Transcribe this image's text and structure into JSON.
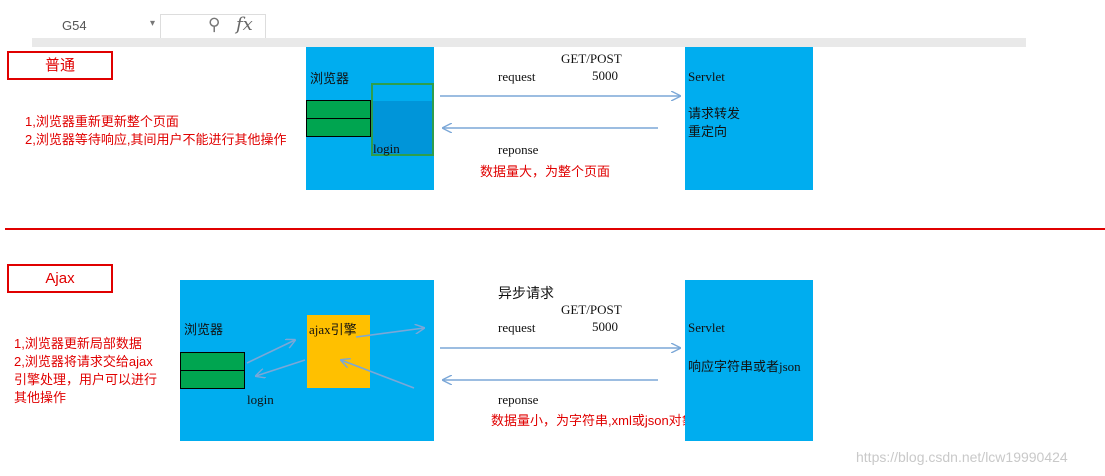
{
  "toolbar": {
    "cell_ref": "G54",
    "icons": [
      "zoom-icon",
      "function-icon"
    ],
    "fx_label": "fx"
  },
  "normal": {
    "label": "普通",
    "notes": [
      "1,浏览器重新更新整个页面",
      "2,浏览器等待响应,其间用户不能进行其他操作"
    ],
    "browser_label": "浏览器",
    "login_label": "login",
    "method_label": "GET/POST",
    "request_label": "request",
    "port_label": "5000",
    "response_label": "reponse",
    "data_note": "数据量大，为整个页面",
    "servlet_label": "Servlet",
    "servlet_actions": [
      "请求转发",
      "重定向"
    ]
  },
  "ajax": {
    "label": "Ajax",
    "notes": [
      "1,浏览器更新局部数据",
      "2,浏览器将请求交给ajax",
      "引擎处理，用户可以进行",
      "其他操作"
    ],
    "browser_label": "浏览器",
    "engine_label": "ajax引擎",
    "login_label": "login",
    "async_label": "异步请求",
    "method_label": "GET/POST",
    "request_label": "request",
    "port_label": "5000",
    "response_label": "reponse",
    "data_note": "数据量小，为字符串,xml或json对象",
    "servlet_label": "Servlet",
    "servlet_response": "响应字符串或者json"
  },
  "watermark": "https://blog.csdn.net/lcw19990424",
  "colors": {
    "block_blue": "#00adef",
    "cell_green": "#00a550",
    "engine_yellow": "#ffc000",
    "note_red": "#e00000",
    "arrow_blue": "#7ba7d7"
  }
}
